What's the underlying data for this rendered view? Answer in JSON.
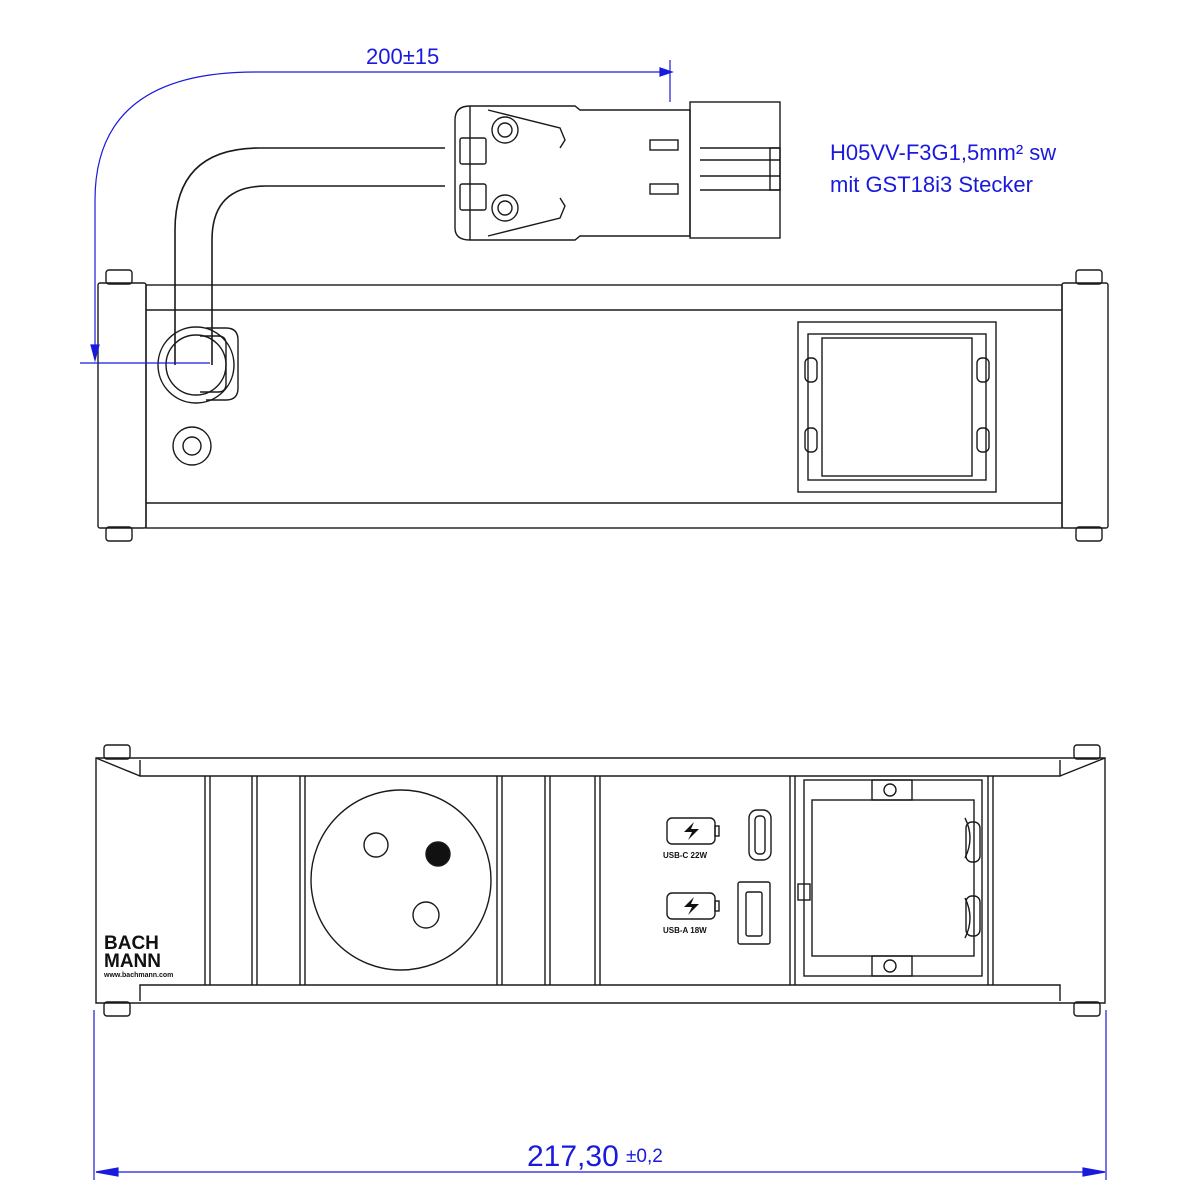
{
  "annotations": {
    "cable_length": "200±15",
    "cable_spec_line1": "H05VV-F3G1,5mm² sw",
    "cable_spec_line2": "mit GST18i3  Stecker",
    "total_width_main": "217,30",
    "total_width_tolerance": "±0,2"
  },
  "front_panel": {
    "usb_c_label": "USB-C 22W",
    "usb_a_label": "USB-A 18W"
  },
  "brand": {
    "line1": "BACH",
    "line2": "MANN",
    "url": "www.bachmann.com"
  },
  "colors": {
    "line": "#1a1a1a",
    "dimension": "#1a1adc",
    "body_fill": "#ffffff"
  }
}
